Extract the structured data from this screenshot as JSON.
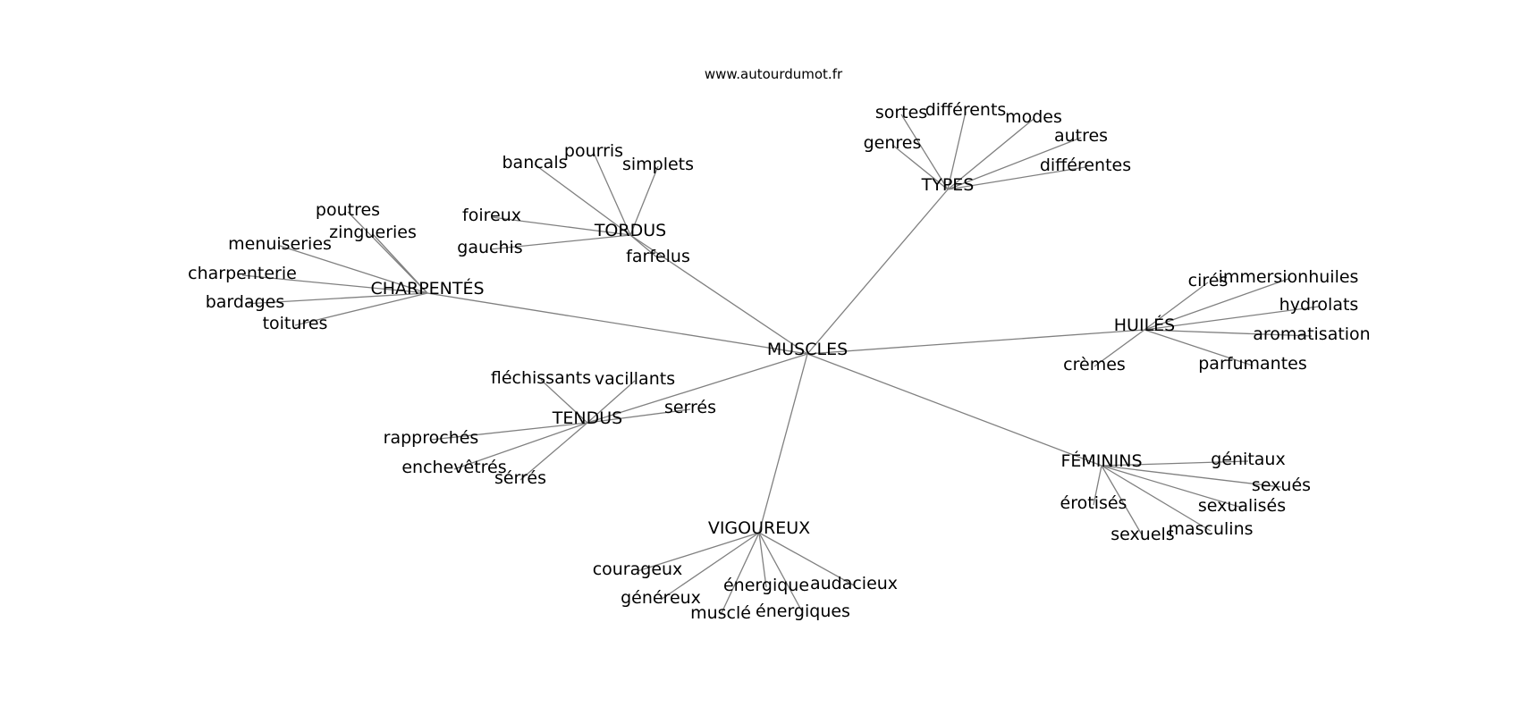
{
  "site": "www.autourdumot.fr",
  "edge_color": "#808080",
  "root": "MUSCLES",
  "hubs": [
    {
      "key": "types",
      "label": "TYPES",
      "leaves": [
        "sortes",
        "différents",
        "modes",
        "genres",
        "autres",
        "différentes"
      ]
    },
    {
      "key": "tordus",
      "label": "TORDUS",
      "leaves": [
        "bancals",
        "pourris",
        "simplets",
        "foireux",
        "gauchis",
        "farfelus"
      ]
    },
    {
      "key": "charpentes",
      "label": "CHARPENTÉS",
      "leaves": [
        "poutres",
        "zingueries",
        "menuiseries",
        "charpenterie",
        "bardages",
        "toitures"
      ]
    },
    {
      "key": "huiles",
      "label": "HUILÉS",
      "leaves": [
        "cirés",
        "immersionhuiles",
        "hydrolats",
        "aromatisation",
        "crèmes",
        "parfumantes"
      ]
    },
    {
      "key": "tendus",
      "label": "TENDUS",
      "leaves": [
        "fléchissants",
        "vacillants",
        "serrés",
        "rapprochés",
        "enchevêtrés",
        "sérrés"
      ]
    },
    {
      "key": "feminins",
      "label": "FÉMININS",
      "leaves": [
        "génitaux",
        "sexués",
        "érotisés",
        "sexualisés",
        "masculins",
        "sexuels"
      ]
    },
    {
      "key": "vigoureux",
      "label": "VIGOUREUX",
      "leaves": [
        "courageux",
        "généreux",
        "énergique",
        "audacieux",
        "musclé",
        "énergiques"
      ]
    }
  ]
}
